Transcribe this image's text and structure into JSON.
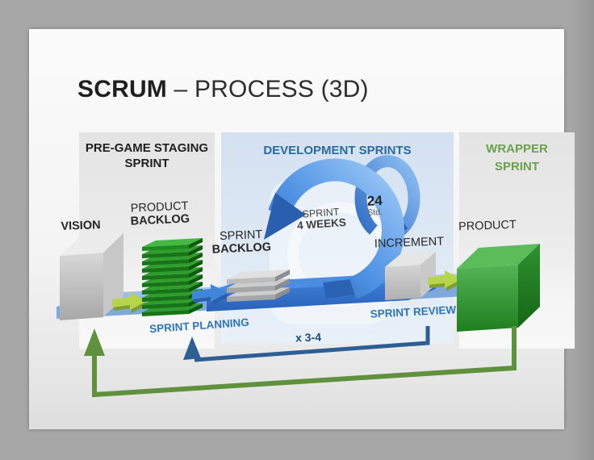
{
  "slide": {
    "title": {
      "keyword": "SCRUM",
      "rest": "– PROCESS (3D)"
    },
    "columns": {
      "pregame": {
        "line1": "PRE-GAME STAGING",
        "line2": "SPRINT"
      },
      "development": {
        "title": "DEVELOPMENT SPRINTS"
      },
      "wrapper": {
        "line1": "WRAPPER",
        "line2": "SPRINT"
      }
    },
    "labels": {
      "vision": "VISION",
      "product_backlog": {
        "line1": "PRODUCT",
        "line2": "BACKLOG"
      },
      "sprint_backlog": {
        "line1": "SPRINT",
        "line2": "BACKLOG"
      },
      "sprint_cycle": {
        "line1": "SPRINT",
        "line2": "4 WEEKS"
      },
      "daily": {
        "value": "24",
        "unit": "Std."
      },
      "increment": "INCREMENT",
      "product": "PRODUCT",
      "sprint_planning": "SPRINT PLANNING",
      "iterations": "x 3-4",
      "sprint_review": "SPRINT REVIEW"
    }
  },
  "colors": {
    "title-text": "#1f1f1f",
    "header-black": "#1f1f1f",
    "header-blue": "#2b6a9f",
    "header-green": "#69a24b",
    "label-black": "#262626",
    "label-gray": "#5c5c5c",
    "sprint-label-blue": "#2e75b6",
    "iterations-blue": "#1f4e79",
    "loop-blue-dark": "#2a64b8",
    "loop-blue-light": "#9cc8f6",
    "runway-blue": "#3279d8",
    "platform-blue": "#a9c7ec",
    "review-line-blue": "#2d5f92",
    "feedback-line-green": "#60913d",
    "stack-green": "#2f9e2f",
    "product-green": "#3fa43f",
    "lime-green": "#b6d44c",
    "box-gray": "#c6c6c6"
  }
}
